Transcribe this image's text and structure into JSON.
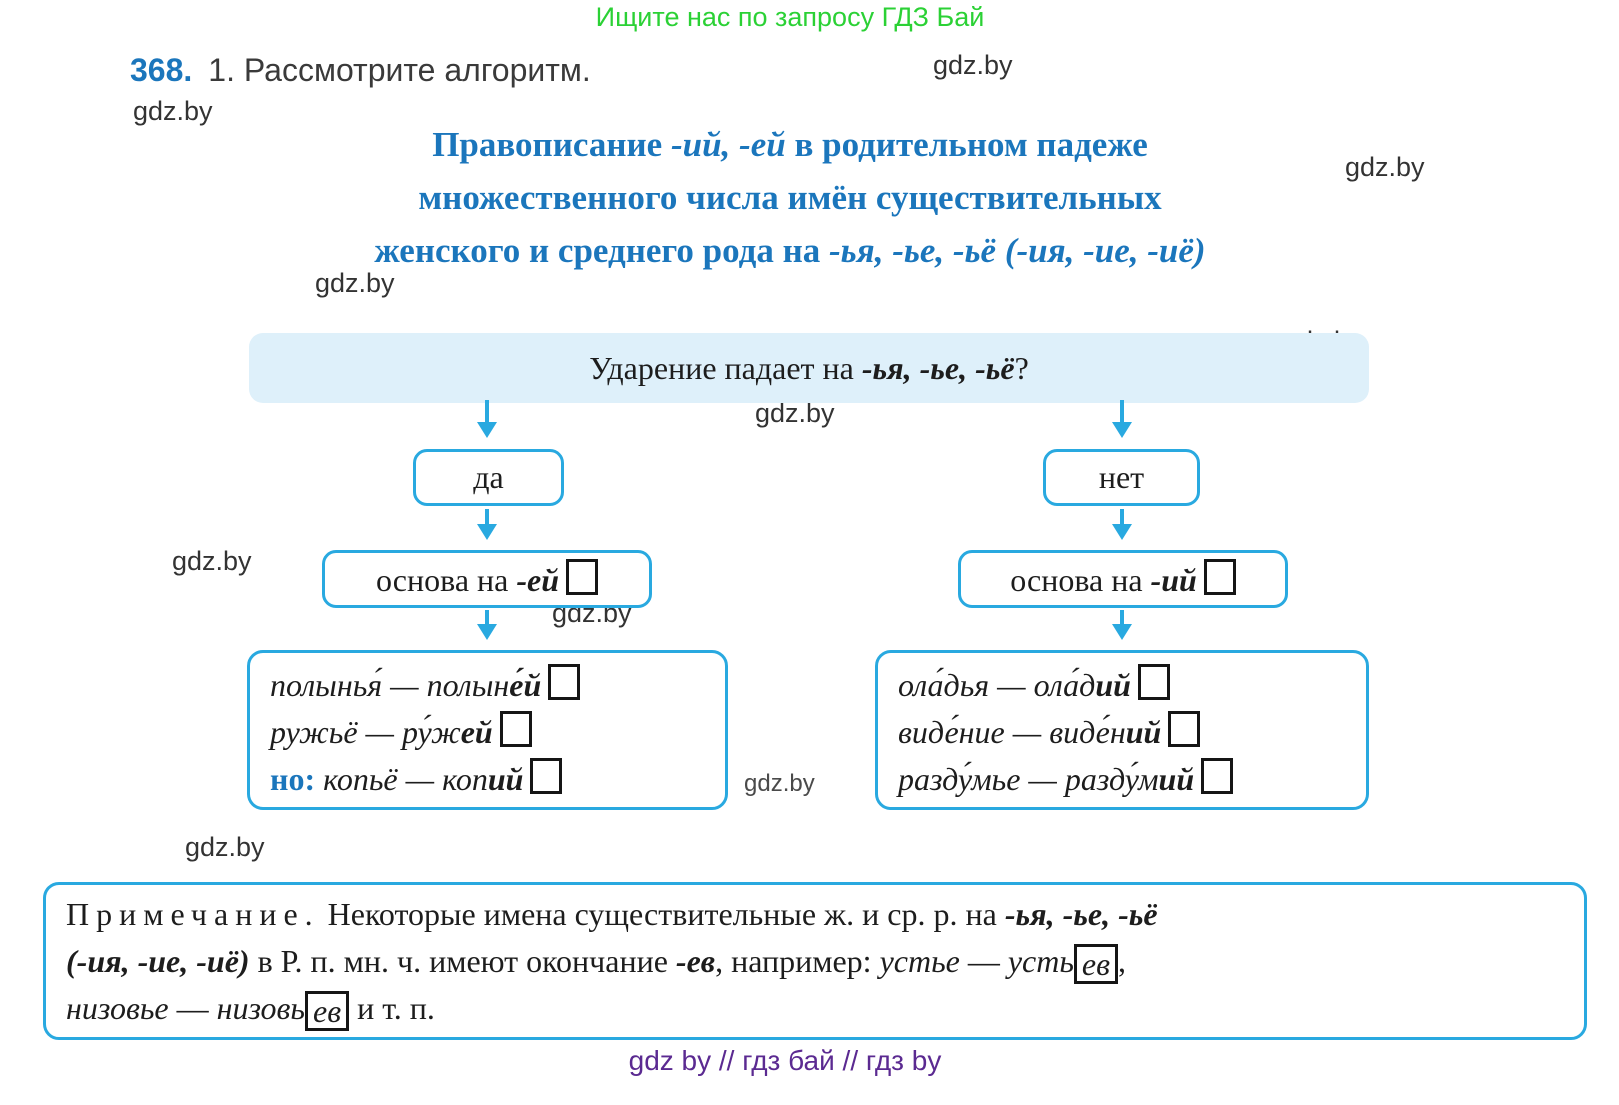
{
  "page": {
    "promo": "Ищите нас по запросу ГДЗ Бай",
    "watermark": "gdz.by",
    "footer": "gdz by  //  гдз бай  //  гдз by"
  },
  "exercise": {
    "number": "368.",
    "text": "1. Рассмотрите алгоритм."
  },
  "title": {
    "line1_pre": "Правописание ",
    "line1_italic": "-ий, -ей",
    "line1_post": " в родительном падеже",
    "line2": "множественного числа имён существительных",
    "line3_pre": "женского и среднего рода на ",
    "line3_italic": "-ья, -ье, -ьё (-ия, -ие, -иё)"
  },
  "flowchart": {
    "question_pre": "Ударение падает на ",
    "question_italic": "-ья, -ье, -ьё",
    "question_post": "?",
    "yes_label": "да",
    "no_label": "нет",
    "dash": " — ",
    "left_stem_pre": "основа на ",
    "left_stem_ending": "-ей",
    "right_stem_pre": "основа на ",
    "right_stem_ending": "-ий",
    "left_examples": [
      {
        "lead": "",
        "word": "полынья́",
        "base": "полын",
        "ending": "е́й"
      },
      {
        "lead": "",
        "word": "ружьё",
        "base": "ру́ж",
        "ending": "ей"
      },
      {
        "lead": "но: ",
        "word": "копьё",
        "base": "коп",
        "ending": "ий"
      }
    ],
    "right_examples": [
      {
        "word": "ола́дья",
        "base": "ола́д",
        "ending": "ий"
      },
      {
        "word": "виде́ние",
        "base": "виде́н",
        "ending": "ий"
      },
      {
        "word": "разду́мье",
        "base": "разду́м",
        "ending": "ий"
      }
    ]
  },
  "note": {
    "heading": "Примечание.",
    "l1_text": " Некоторые имена существительные ж. и ср. р. на ",
    "l1_bold_italic": "-ья, -ье, -ьё",
    "l2_bold_italic": "(-ия, -ие, -иё)",
    "l2_text": " в Р. п. мн. ч. имеют окончание ",
    "l2_ending": "-ев",
    "l2_text2": ", например: ",
    "l2_word": "устье",
    "l2_dash": " — ",
    "l2_stem": "усть",
    "l2_boxed": "ев",
    "l2_comma": ",",
    "l3_word": "низовье",
    "l3_dash": " — ",
    "l3_stem": "низовь",
    "l3_boxed": "ев",
    "l3_tail": " и т. п."
  },
  "colors": {
    "accent_blue": "#29a9e0",
    "title_blue": "#1b76bc",
    "question_bg": "#def0fa",
    "promo_green": "#2bd135",
    "footer_purple": "#5b2a91"
  }
}
